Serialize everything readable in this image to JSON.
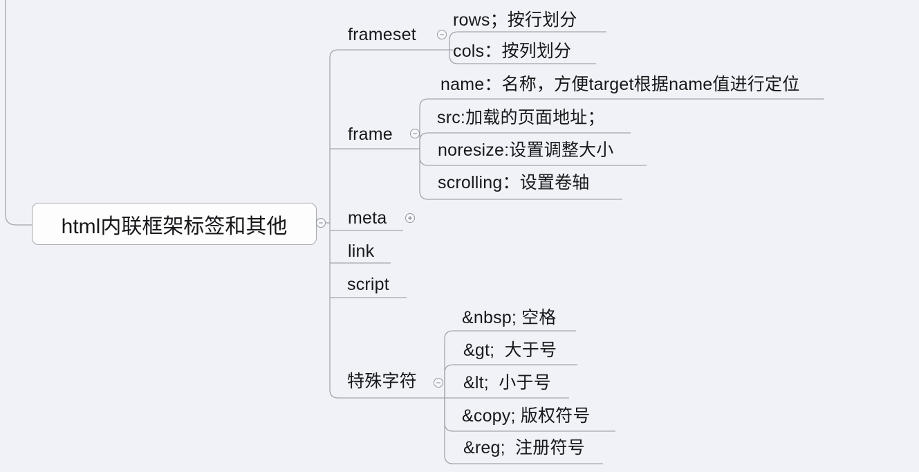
{
  "canvas": {
    "background_color": "#f1f2f7",
    "line_color": "#a2a5ad",
    "text_color": "#17181a"
  },
  "glyphs": {
    "collapse": "−",
    "expand": "+"
  },
  "tree": {
    "label": "html内联框架标签和其他",
    "toggle": "collapse",
    "children": [
      {
        "label": "frameset",
        "toggle": "collapse",
        "children": [
          {
            "label": "rows；按行划分"
          },
          {
            "label": "cols：按列划分"
          }
        ]
      },
      {
        "label": "frame",
        "toggle": "collapse",
        "children": [
          {
            "label": "name：名称，方便target根据name值进行定位"
          },
          {
            "label": "src:加载的页面地址；"
          },
          {
            "label": "noresize:设置调整大小"
          },
          {
            "label": "scrolling：设置卷轴"
          }
        ]
      },
      {
        "label": "meta",
        "toggle": "expand"
      },
      {
        "label": "link"
      },
      {
        "label": "script"
      },
      {
        "label": "特殊字符",
        "toggle": "collapse",
        "children": [
          {
            "label": "&nbsp; 空格"
          },
          {
            "label": "&gt;  大于号"
          },
          {
            "label": "&lt;  小于号"
          },
          {
            "label": "&copy; 版权符号"
          },
          {
            "label": "&reg;  注册符号"
          }
        ]
      }
    ]
  }
}
